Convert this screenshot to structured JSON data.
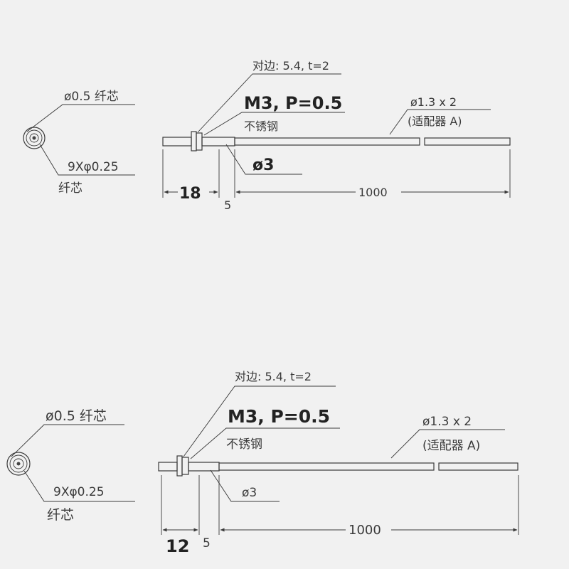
{
  "diagrams": [
    {
      "end_core_label": "ø0.5 纤芯",
      "fiber_count_label": "9Xφ0.25",
      "fiber_core_word": "纤芯",
      "hex_label": "对边: 5.4, t=2",
      "thread_label": "M3, P=0.5",
      "material_label": "不锈钢",
      "sleeve_diameter_label": "ø3",
      "cable_label": "ø1.3 x 2",
      "adapter_label": "(适配器 A)",
      "dim_head": "18",
      "dim_sleeve": "5",
      "dim_cable": "1000"
    },
    {
      "end_core_label": "ø0.5 纤芯",
      "fiber_count_label": "9Xφ0.25",
      "fiber_core_word": "纤芯",
      "hex_label": "对边: 5.4, t=2",
      "thread_label": "M3, P=0.5",
      "material_label": "不锈钢",
      "sleeve_diameter_label": "ø3",
      "cable_label": "ø1.3 x 2",
      "adapter_label": "(适配器 A)",
      "dim_head": "12",
      "dim_sleeve": "5",
      "dim_cable": "1000"
    }
  ]
}
